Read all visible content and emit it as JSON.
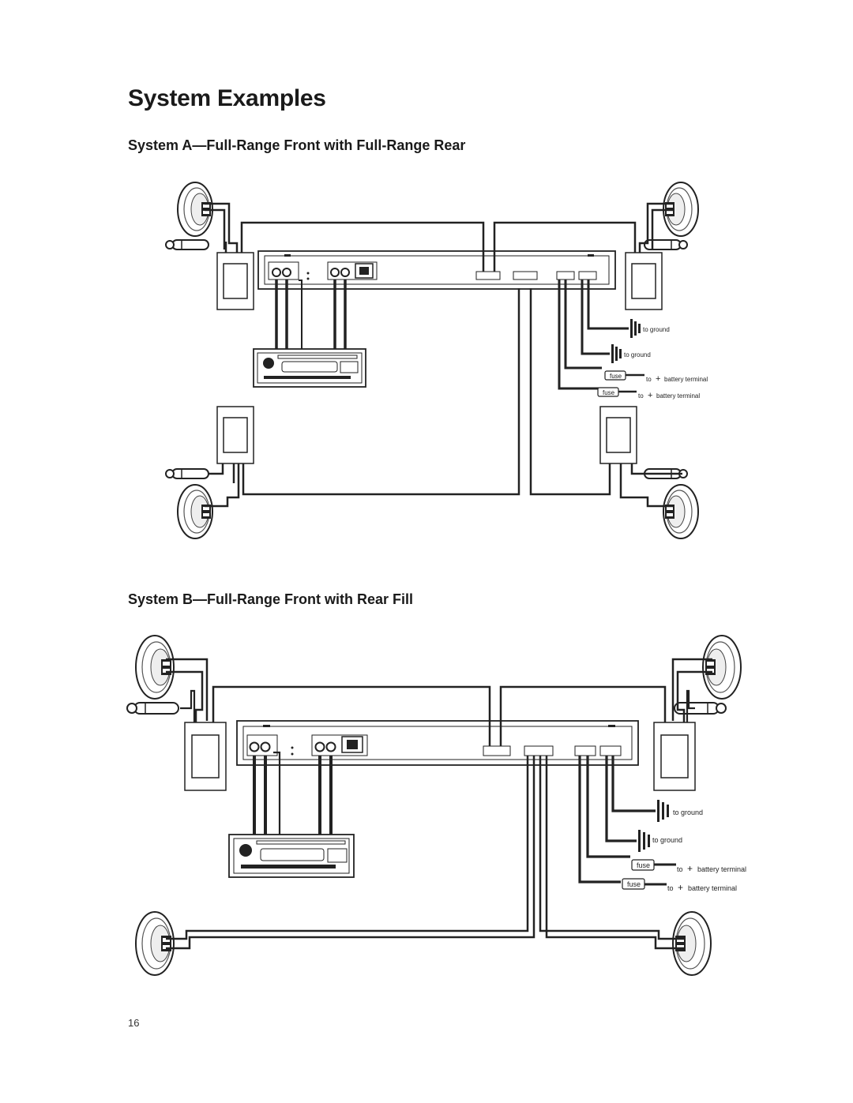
{
  "page": {
    "title": "System Examples",
    "page_number": "16"
  },
  "system_a": {
    "title": "System A—Full-Range Front with Full-Range Rear",
    "labels": {
      "ground_1": "to ground",
      "ground_2": "to ground",
      "fuse_1": "fuse",
      "fuse_2": "fuse",
      "battery_1_prefix": "to",
      "battery_1_plus": "+",
      "battery_1_text": "battery terminal",
      "battery_2_prefix": "to",
      "battery_2_plus": "+",
      "battery_2_text": "battery terminal"
    }
  },
  "system_b": {
    "title": "System B—Full-Range Front with Rear Fill",
    "labels": {
      "ground_1": "to ground",
      "ground_2": "to ground",
      "fuse_1": "fuse",
      "fuse_2": "fuse",
      "battery_1_prefix": "to",
      "battery_1_plus": "+",
      "battery_1_text": "battery terminal",
      "battery_2_prefix": "to",
      "battery_2_plus": "+",
      "battery_2_text": "battery terminal"
    }
  },
  "colors": {
    "wire": "#1a1a1a",
    "highlight": "#e8a0a8",
    "gray": "#888888"
  },
  "icons": [
    "speaker-icon",
    "tweeter-icon",
    "crossover-icon",
    "amplifier-icon",
    "head-unit-icon",
    "ground-symbol-icon",
    "fuse-icon"
  ]
}
